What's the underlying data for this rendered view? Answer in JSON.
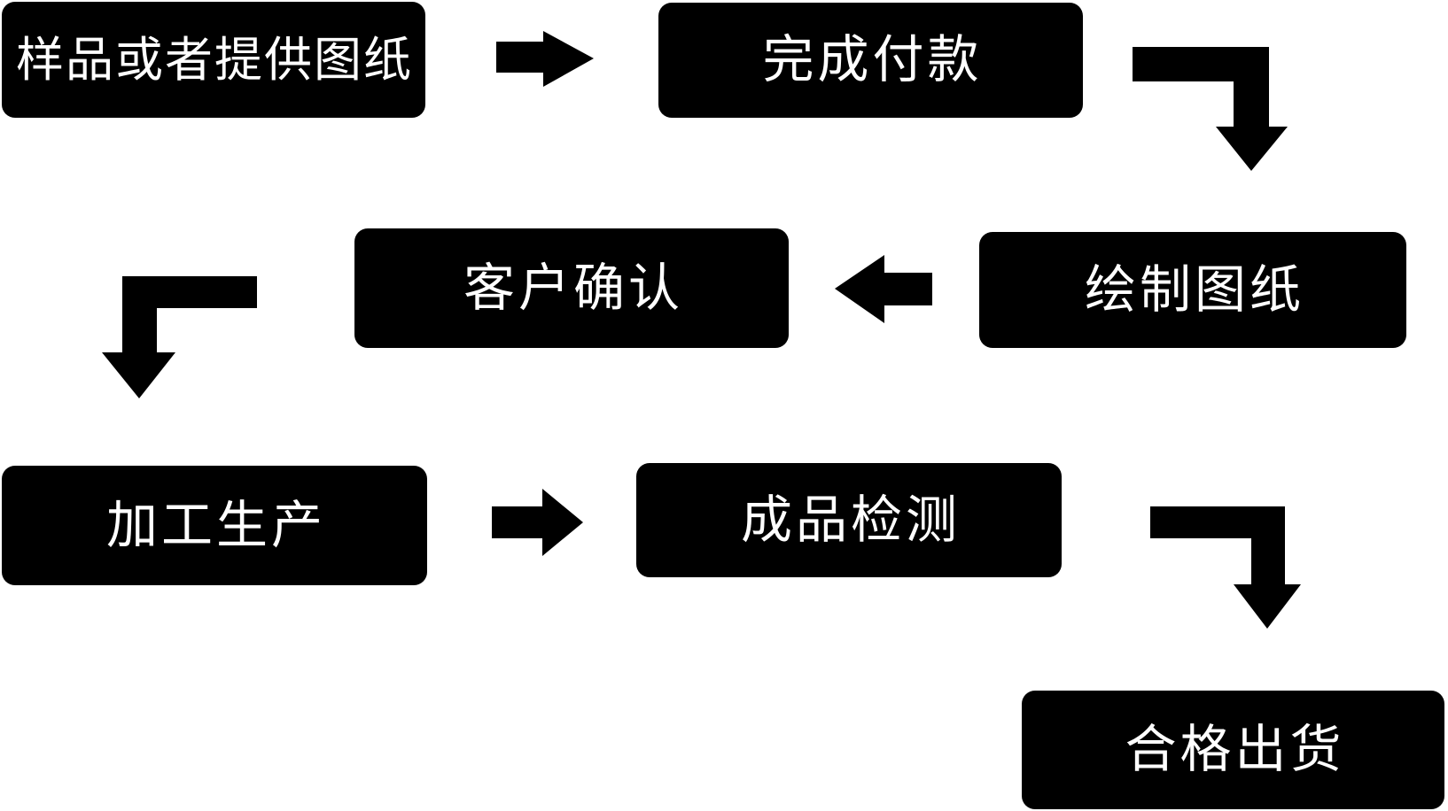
{
  "diagram": {
    "kind": "flowchart",
    "colors": {
      "background": "#ffffff",
      "node_fill": "#000000",
      "node_text": "#ffffff",
      "arrow": "#000000"
    },
    "nodes": [
      {
        "id": "sample-or-drawing",
        "label": "样品或者提供图纸"
      },
      {
        "id": "complete-payment",
        "label": "完成付款"
      },
      {
        "id": "draw-drawing",
        "label": "绘制图纸"
      },
      {
        "id": "customer-confirmation",
        "label": "客户确认"
      },
      {
        "id": "processing-production",
        "label": "加工生产"
      },
      {
        "id": "product-inspection",
        "label": "成品检测"
      },
      {
        "id": "qualified-shipment",
        "label": "合格出货"
      }
    ],
    "edges": [
      {
        "from": "sample-or-drawing",
        "to": "complete-payment",
        "direction": "right"
      },
      {
        "from": "complete-payment",
        "to": "draw-drawing",
        "direction": "down-right-then-down"
      },
      {
        "from": "draw-drawing",
        "to": "customer-confirmation",
        "direction": "left"
      },
      {
        "from": "customer-confirmation",
        "to": "processing-production",
        "direction": "left-then-down"
      },
      {
        "from": "processing-production",
        "to": "product-inspection",
        "direction": "right"
      },
      {
        "from": "product-inspection",
        "to": "qualified-shipment",
        "direction": "right-then-down"
      }
    ]
  }
}
